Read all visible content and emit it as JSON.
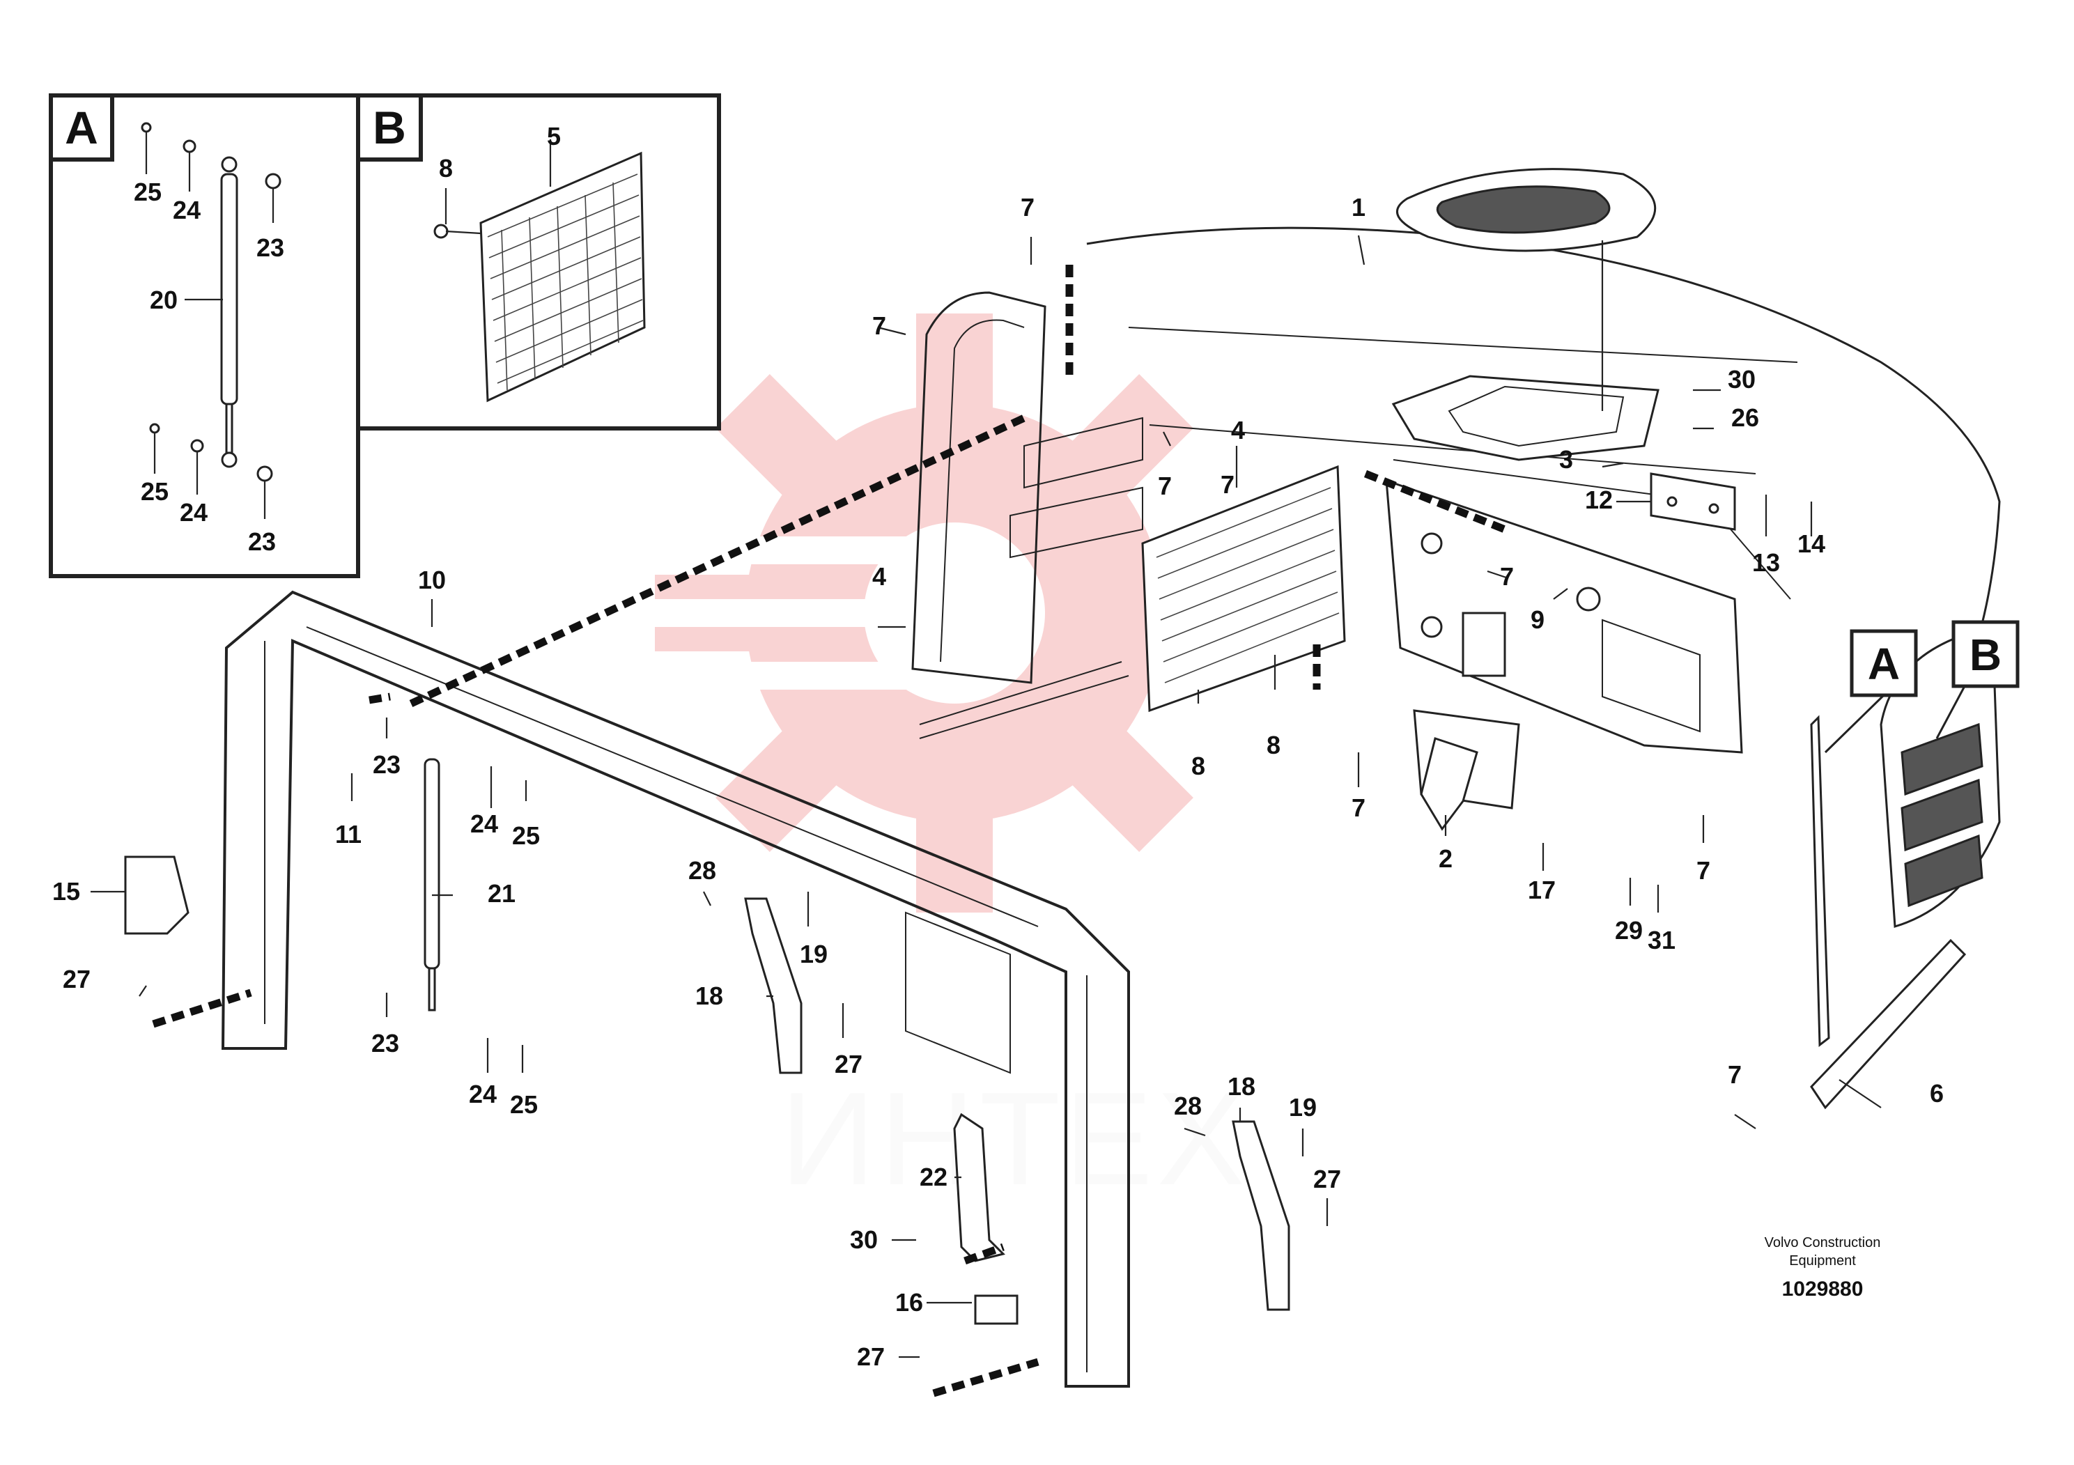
{
  "detail_boxes": [
    {
      "letter": "A",
      "callouts": [
        "25",
        "24",
        "23",
        "20",
        "25",
        "24",
        "23"
      ]
    },
    {
      "letter": "B",
      "callouts": [
        "8",
        "5"
      ]
    }
  ],
  "callouts": [
    "1",
    "7",
    "7",
    "7",
    "4",
    "4",
    "7",
    "30",
    "26",
    "3",
    "12",
    "13",
    "14",
    "7",
    "9",
    "8",
    "8",
    "7",
    "2",
    "17",
    "29",
    "31",
    "7",
    "7",
    "6",
    "10",
    "23",
    "11",
    "24",
    "25",
    "15",
    "21",
    "27",
    "23",
    "24",
    "25",
    "28",
    "19",
    "18",
    "27",
    "28",
    "18",
    "19",
    "27",
    "22",
    "30",
    "16",
    "27"
  ],
  "view_markers": [
    "A",
    "B"
  ],
  "watermark_text": "ИНТЕХ",
  "brand": {
    "line1": "Volvo Construction",
    "line2": "Equipment"
  },
  "drawing_number": "1029880"
}
